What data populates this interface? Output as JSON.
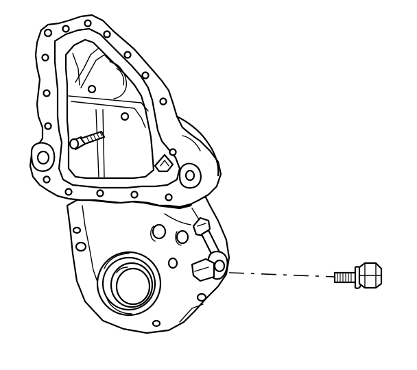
{
  "diagram": {
    "parts": [
      {
        "name": "timing-chain-cover",
        "icon": "engine-cover-icon"
      },
      {
        "name": "crankshaft-oil-seal",
        "icon": "seal-icon"
      },
      {
        "name": "crankshaft-position-sensor",
        "icon": "sensor-icon"
      },
      {
        "name": "sensor-mounting-bolt",
        "icon": "bolt-icon"
      },
      {
        "name": "cover-bolt",
        "icon": "bolt-icon"
      }
    ],
    "colors": {
      "line": "#000000",
      "background": "#ffffff"
    }
  }
}
